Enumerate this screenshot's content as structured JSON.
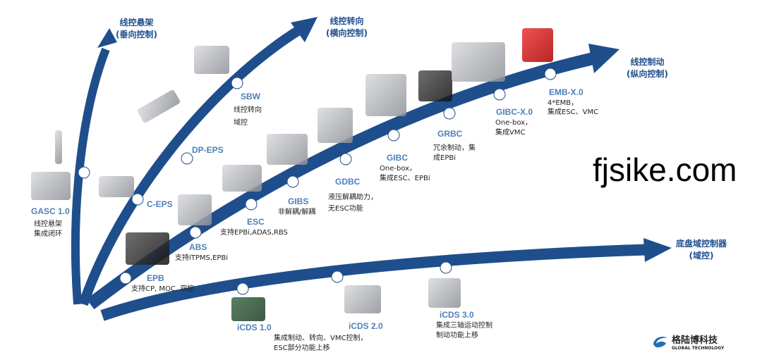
{
  "axes": {
    "vertical": {
      "title": "线控悬架",
      "sub": "(垂向控制)"
    },
    "lateral": {
      "title": "线控转向",
      "sub": "(横向控制)"
    },
    "longitudinal": {
      "title": "线控制动",
      "sub": "(纵向控制)"
    },
    "domain": {
      "title": "底盘域控制器",
      "sub": "(域控)"
    }
  },
  "suspension": [
    {
      "name": "GASC 1.0",
      "desc": [
        "线控悬架",
        "集成闭环"
      ]
    }
  ],
  "steering": [
    {
      "name": "C-EPS",
      "desc": []
    },
    {
      "name": "DP-EPS",
      "desc": []
    },
    {
      "name": "SBW",
      "desc": [
        "线控转向",
        "域控"
      ]
    }
  ],
  "braking": [
    {
      "name": "EPB",
      "desc": [
        "支持CP, MOC, 双控"
      ]
    },
    {
      "name": "ABS",
      "desc": [
        "支持iTPMS,EPBi"
      ]
    },
    {
      "name": "ESC",
      "desc": [
        "支持EPBi,ADAS,RBS"
      ]
    },
    {
      "name": "GIBS",
      "desc": [
        "非解耦/解耦"
      ]
    },
    {
      "name": "GDBC",
      "desc": [
        "液压解耦助力，",
        "无ESC功能"
      ]
    },
    {
      "name": "GIBC",
      "desc": [
        "One-box，",
        "集成ESC、EPBi"
      ]
    },
    {
      "name": "GRBC",
      "desc": [
        "冗余制动，集",
        "成EPBi"
      ]
    },
    {
      "name": "GIBC-X.0",
      "desc": [
        "One-box，",
        "集成VMC"
      ]
    },
    {
      "name": "EMB-X.0",
      "desc": [
        "4*EMB，",
        "集成ESC、VMC"
      ]
    }
  ],
  "domain": [
    {
      "name": "iCDS 1.0",
      "desc": [
        "集成制动、转向、VMC控制，",
        "ESC部分功能上移"
      ]
    },
    {
      "name": "iCDS 2.0",
      "desc": []
    },
    {
      "name": "iCDS 3.0",
      "desc": [
        "集成三轴运动控制",
        "制动功能上移"
      ]
    }
  ],
  "watermark": "fjsike.com",
  "logo": {
    "cn": "格陆博科技",
    "en": "GLOBAL TECHNOLOGY"
  },
  "colors": {
    "arrow": "#1f4e8c",
    "label": "#4f7fb8"
  }
}
